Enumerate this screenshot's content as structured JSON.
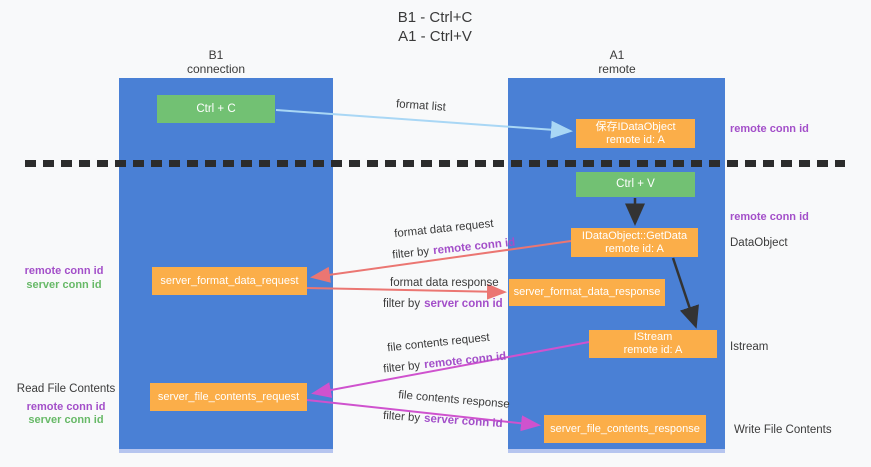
{
  "title": {
    "line1": "B1 - Ctrl+C",
    "line2": "A1 - Ctrl+V"
  },
  "lanes": {
    "left": {
      "id": "B1",
      "role": "connection"
    },
    "right": {
      "id": "A1",
      "role": "remote"
    }
  },
  "boxes": {
    "ctrl_c": {
      "label": "Ctrl + C"
    },
    "save_dataobject": {
      "line1": "保存IDataObject",
      "line2": "remote id: A"
    },
    "ctrl_v": {
      "label": "Ctrl + V"
    },
    "getdata": {
      "line1": "IDataObject::GetData",
      "line2": "remote id: A"
    },
    "server_format_data_request": {
      "label": "server_format_data_request"
    },
    "server_format_data_response": {
      "label": "server_format_data_response"
    },
    "istream": {
      "line1": "IStream",
      "line2": "remote id: A"
    },
    "server_file_contents_request": {
      "label": "server_file_contents_request"
    },
    "server_file_contents_response": {
      "label": "server_file_contents_response"
    }
  },
  "flow_labels": {
    "format_list": "format list",
    "format_data_request": "format data request",
    "format_data_response": "format data response",
    "file_contents_request": "file contents request",
    "file_contents_response": "file contents response",
    "filter_by": "filter by",
    "remote_conn_id": "remote conn id",
    "server_conn_id": "server conn id"
  },
  "side_labels": {
    "right_remote_conn_top": "remote conn id",
    "right_remote_conn_mid": "remote conn id",
    "dataobject": "DataObject",
    "istream": "Istream",
    "write_file_contents": "Write File Contents",
    "left_remote_conn_top": "remote conn id",
    "left_server_conn_top": "server conn id",
    "read_file_contents": "Read File Contents",
    "left_remote_conn_bottom": "remote conn id",
    "left_server_conn_bottom": "server conn id"
  },
  "colors": {
    "lane_blue": "#4a80d5",
    "box_orange": "#fbae49",
    "box_green": "#72c173",
    "arrow_light_blue": "#a9d7f5",
    "arrow_red": "#eb7672",
    "arrow_magenta": "#cf52ce",
    "arrow_black": "#333333",
    "label_purple": "#a34fc9",
    "label_green": "#67b967"
  }
}
